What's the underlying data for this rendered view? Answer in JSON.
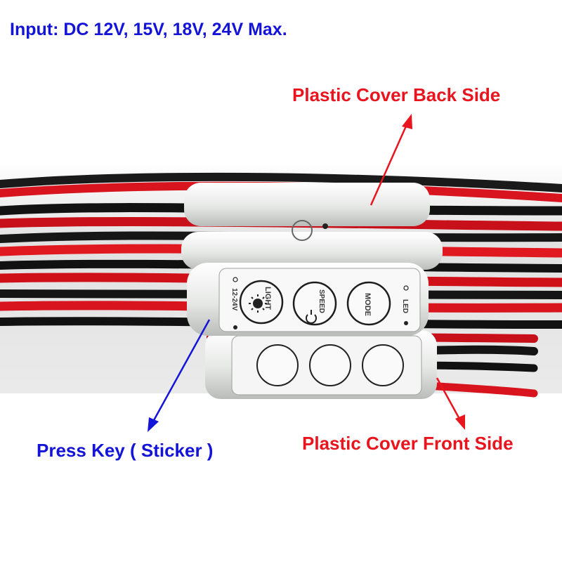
{
  "captions": {
    "input": "Input:  DC 12V, 15V,  18V, 24V Max.",
    "back_side": "Plastic Cover Back Side",
    "front_side": "Plastic Cover Front Side",
    "press_key": "Press Key ( Sticker )"
  },
  "controller": {
    "voltage_label": "12-24V",
    "led_label": "LED",
    "buttons": [
      "LIGHT",
      "SPEED",
      "MODE"
    ]
  },
  "colors": {
    "blue_text": "#1414d8",
    "red_text": "#e8141e",
    "red_wire": "#d8141e",
    "black_wire": "#141414",
    "cover": "#e9ebe9"
  },
  "icons": [
    "sun-icon",
    "power-icon",
    "arrow-icon"
  ]
}
